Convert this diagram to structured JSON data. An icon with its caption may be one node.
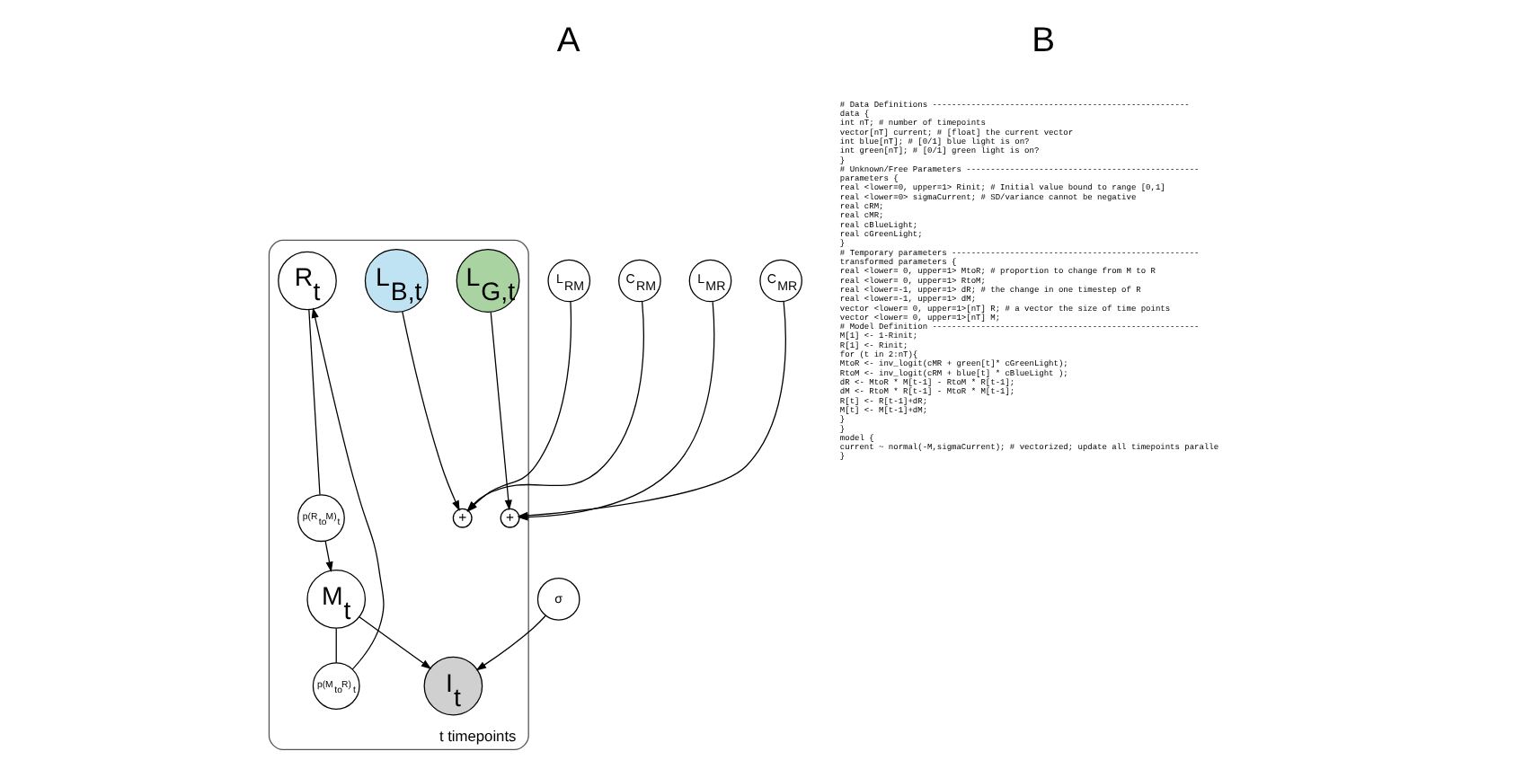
{
  "diagram": {
    "nodes": [
      {
        "text": [
          "t timepoints"
        ]
      },
      {
        "text": [
          "L$_{B,t}$"
        ],
        "in": 0
      },
      {
        "text": [
          "L$_{G,t}$"
        ],
        "in": 0
      },
      {
        "text": [
          "L$_{RM}$"
        ]
      },
      {
        "text": [
          "C$_{RM}$"
        ]
      },
      {
        "text": [
          "+"
        ],
        "in": 0
      },
      {
        "text": [
          "R$_{t}$"
        ],
        "in": 0
      },
      {
        "text": [
          "p(R$_{to}$M)$_{t}$"
        ],
        "in": 0
      },
      {
        "text": [
          "M$_{t}$"
        ],
        "in": 0
      },
      {
        "text": [
          "p(M$_{to}$R)$_{t}$"
        ],
        "in": 0
      },
      {
        "text": [
          "+"
        ],
        "in": 0
      },
      {
        "text": [
          "L$_{MR}$"
        ]
      },
      {
        "text": [
          "C$_{MR}$"
        ]
      },
      {
        "text": [
          "I$_{t}$"
        ],
        "in": 0
      },
      {
        "text": [
          "σ"
        ]
      }
    ],
    "edges": [
      {
        "from": 1,
        "to": 5,
        "arrow": "to"
      },
      {
        "from": 3,
        "to": 5,
        "arrow": "to"
      },
      {
        "from": 4,
        "to": 5,
        "arrow": "to"
      },
      {
        "from": 2,
        "to": 10,
        "arrow": "to"
      },
      {
        "from": 11,
        "to": 10,
        "arrow": "to"
      },
      {
        "from": 12,
        "to": 10,
        "arrow": "to"
      },
      {
        "from": 6,
        "to": 7,
        "arrow": "none"
      },
      {
        "from": 7,
        "to": 8,
        "arrow": "to"
      },
      {
        "from": 8,
        "to": 9,
        "arrow": "none"
      },
      {
        "from": 9,
        "to": 6,
        "arrow": "to"
      },
      {
        "from": 8,
        "to": 13,
        "arrow": "to"
      },
      {
        "from": 14,
        "to": 13,
        "arrow": "to"
      }
    ],
    "labels": [
      "A",
      "B",
      "# Data Definitions -----------------------------------------------------",
      "data {",
      "int nT; # number of timepoints",
      "vector[nT] current; # [float] the current vector",
      "int blue[nT]; # [0/1] blue light is on?",
      "int green[nT]; # [0/1] green light is on?",
      "}",
      "# Unknown/Free Parameters ------------------------------------------------",
      "parameters {",
      "real <lower=0, upper=1> Rinit; # Initial value bound to range [0,1]",
      "real <lower=0> sigmaCurrent; # SD/variance cannot be negative",
      "real cRM;",
      "real cMR;",
      "real cBlueLight;",
      "real cGreenLight;",
      "}",
      "# Temporary parameters ---------------------------------------------------",
      "transformed parameters {",
      "real <lower= 0, upper=1> MtoR; # proportion to change from M to R",
      "real <lower= 0, upper=1> RtoM;",
      "real <lower=-1, upper=1> dR; # the change in one timestep of R",
      "real <lower=-1, upper=1> dM;",
      "vector <lower= 0, upper=1>[nT] R; # a vector the size of time points",
      "vector <lower= 0, upper=1>[nT] M;",
      "# Model Definition -------------------------------------------------------",
      "M[1] <- 1-Rinit;",
      "R[1] <- Rinit;",
      "for (t in 2:nT){",
      "MtoR <- inv_logit(cMR + green[t]* cGreenLight);",
      "RtoM <- inv_logit(cRM + blue[t] * cBlueLight );",
      "dR <- MtoR * M[t-1] - RtoM * R[t-1];",
      "dM <- RtoM * R[t-1] - MtoR * M[t-1];",
      "R[t] <- R[t-1]+dR;",
      "M[t] <- M[t-1]+dM;",
      "}",
      "}",
      "model {",
      "current ~ normal(-M,sigmaCurrent); # vectorized; update all timepoints paralle",
      "}"
    ]
  }
}
